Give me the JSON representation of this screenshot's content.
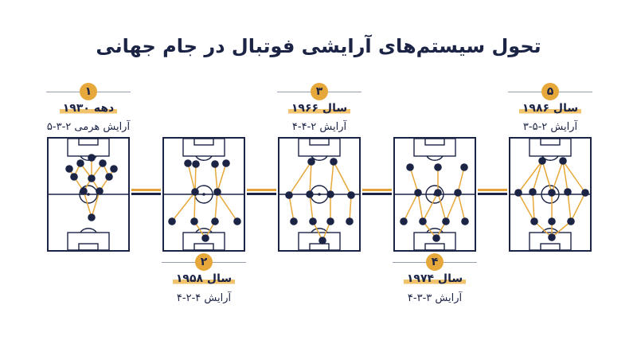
{
  "title": "تحول سیستم‌های آرایشی فوتبال در جام جهانی",
  "colors": {
    "navy": "#1c2446",
    "gold": "#e6a83a",
    "highlight": "#f1c36c",
    "line": "#9aa0b4"
  },
  "systems": [
    {
      "number": "۱",
      "era": "دهه ۱۹۳۰",
      "formation": "آرایش هرمی ۲-۳-۵"
    },
    {
      "number": "۲",
      "era": "سال ۱۹۵۸",
      "formation": "آرایش ۴-۲-۴"
    },
    {
      "number": "۳",
      "era": "سال ۱۹۶۶",
      "formation": "آرایش ۲-۴-۴"
    },
    {
      "number": "۴",
      "era": "سال ۱۹۷۴",
      "formation": "آرایش ۳-۳-۴"
    },
    {
      "number": "۵",
      "era": "سال ۱۹۸۶",
      "formation": "آرایش ۲-۵-۳"
    }
  ]
}
